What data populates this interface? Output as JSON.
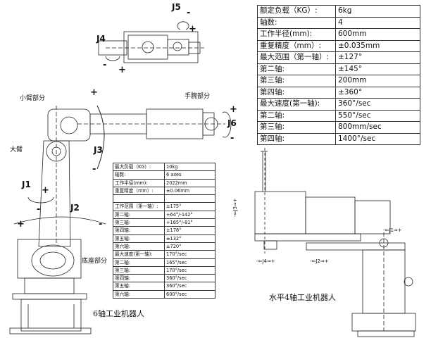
{
  "scara_table": {
    "rows": [
      [
        "额定负载（KG）:",
        "6kg"
      ],
      [
        "轴数:",
        "4"
      ],
      [
        "工作半径(mm):",
        "600mm"
      ],
      [
        "重复精度（mm）:",
        "±0.035mm"
      ],
      [
        "最大范围（第一轴）:",
        "±127°"
      ],
      [
        "第二轴:",
        "±145°"
      ],
      [
        "第三轴:",
        "200mm"
      ],
      [
        "第四轴:",
        "±360°"
      ],
      [
        "最大速度(第一轴):",
        "360°/sec"
      ],
      [
        "第二轴:",
        "550°/sec"
      ],
      [
        "第三轴:",
        "800mm/sec"
      ],
      [
        "第四轴:",
        "1400°/sec"
      ]
    ]
  },
  "six_axis_table": {
    "rows": [
      [
        "最大负载（KG）:",
        "10kg"
      ],
      [
        "轴数:",
        "6 axes"
      ],
      [
        "工作半径(mm):",
        "2022mm"
      ],
      [
        "重复精度（mm）:",
        "±0.06mm"
      ],
      [
        "",
        ""
      ],
      [
        "工作范围（第一轴）:",
        "±175°"
      ],
      [
        "第二轴:",
        "+64°/-142°"
      ],
      [
        "第三轴:",
        "+165°/-81°"
      ],
      [
        "第四轴:",
        "±178°"
      ],
      [
        "第五轴:",
        "±132°"
      ],
      [
        "第六轴:",
        "±720°"
      ],
      [
        "最大速度(第一轴):",
        "170°/sec"
      ],
      [
        "第二轴:",
        "165°/sec"
      ],
      [
        "第三轴:",
        "170°/sec"
      ],
      [
        "第四轴:",
        "360°/sec"
      ],
      [
        "第五轴:",
        "360°/sec"
      ],
      [
        "第六轴:",
        "600°/sec"
      ]
    ]
  },
  "six_axis_robot": {
    "caption": "6轴工业机器人",
    "parts": {
      "forearm": "小臂部分",
      "wrist": "手腕部分",
      "upper_arm": "大臂",
      "base": "底座部分"
    },
    "axes": {
      "j1": "J1",
      "j2": "J2",
      "j3": "J3",
      "j4": "J4",
      "j5": "J5",
      "j6": "J6"
    },
    "signs": {
      "plus": "+",
      "minus": "-"
    }
  },
  "scara_robot": {
    "caption": "水平4轴工业机器人",
    "axis_labels": {
      "j1": "-⇐J1⇒+",
      "j2": "-⇐J2⇒+",
      "j3": "-⇐J3⇒+",
      "j4": "-⇐J4⇒+"
    }
  }
}
